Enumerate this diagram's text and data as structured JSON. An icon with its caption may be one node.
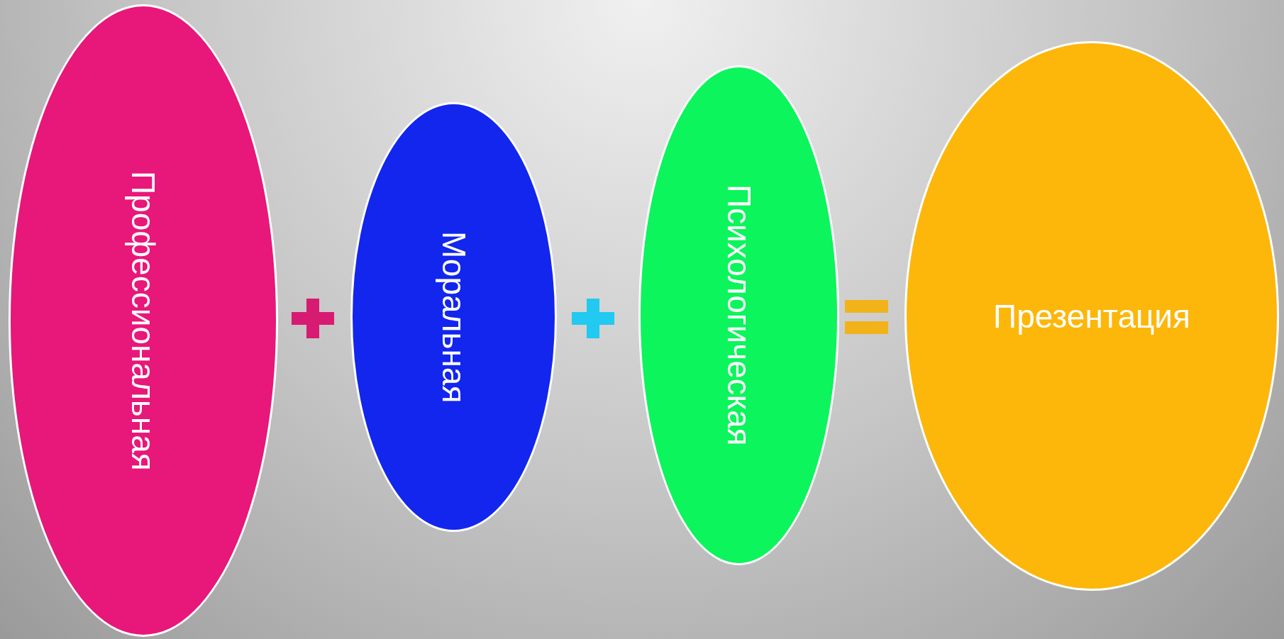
{
  "diagram": {
    "nodes": [
      {
        "text": [
          "Профессиональная"
        ]
      },
      {
        "text": [
          "Моральная"
        ]
      },
      {
        "text": [
          "Психологическая"
        ]
      },
      {
        "text": [
          "Презентация"
        ]
      }
    ]
  }
}
